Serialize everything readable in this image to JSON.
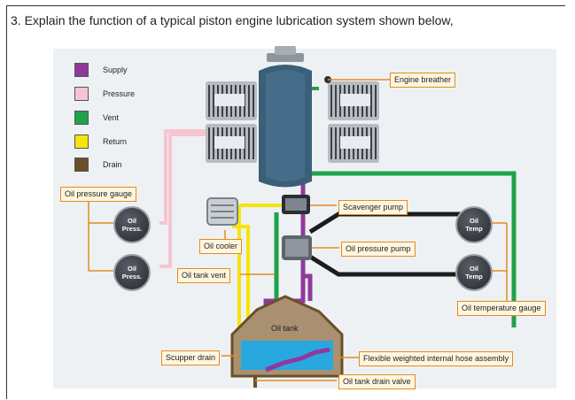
{
  "question": "3. Explain the function of a typical piston engine lubrication system shown below,",
  "legend": [
    {
      "label": "Supply",
      "color": "#8e3a9c"
    },
    {
      "label": "Pressure",
      "color": "#f5c6d2"
    },
    {
      "label": "Vent",
      "color": "#1fa34a"
    },
    {
      "label": "Return",
      "color": "#f5e50a"
    },
    {
      "label": "Drain",
      "color": "#6b4f2a"
    }
  ],
  "callouts": {
    "engine_breather": "Engine breather",
    "oil_pressure_gauge": "Oil pressure gauge",
    "scavenger_pump": "Scavenger pump",
    "oil_cooler": "Oil cooler",
    "oil_pressure_pump": "Oil pressure pump",
    "oil_tank_vent": "Oil tank vent",
    "oil_temperature_gauge": "Oil temperature gauge",
    "scupper_drain": "Scupper drain",
    "flexible_hose": "Flexible weighted internal hose assembly",
    "oil_tank_drain_valve": "Oil tank drain valve",
    "oil_tank": "Oil tank"
  },
  "gauges": {
    "press_line1": "Oil",
    "press_line2": "Press.",
    "temp_line1": "Oil",
    "temp_line2": "Temp"
  },
  "colors": {
    "callout_border": "#e58a1f",
    "tank_oil": "#29a8e0",
    "engine_body": "#3a5f78"
  }
}
